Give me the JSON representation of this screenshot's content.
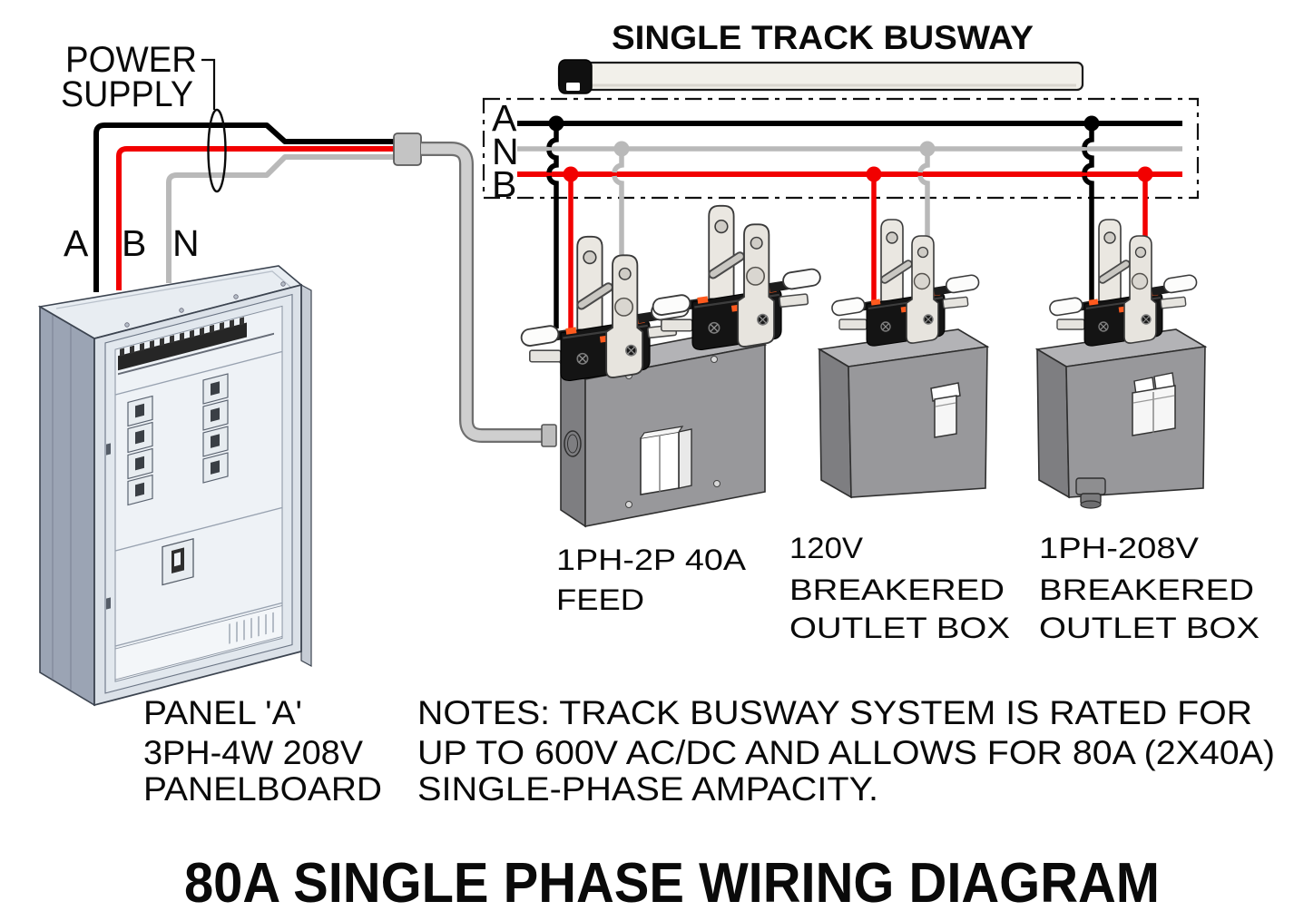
{
  "titles": {
    "main": "80A SINGLE PHASE WIRING DIAGRAM",
    "busway": "SINGLE TRACK BUSWAY"
  },
  "power_supply": {
    "line1": "POWER",
    "line2": "SUPPLY"
  },
  "feed_wires": {
    "a": "A",
    "b": "B",
    "n": "N"
  },
  "bus": {
    "a": "A",
    "n": "N",
    "b": "B"
  },
  "panel_label": {
    "line1": "PANEL 'A'",
    "line2": "3PH-4W 208V",
    "line3": "PANELBOARD"
  },
  "boxes": {
    "feed": {
      "line1": "1PH-2P 40A",
      "line2": "FEED"
    },
    "box120": {
      "line1": "120V",
      "line2": "BREAKERED",
      "line3": "OUTLET BOX"
    },
    "box208": {
      "line1": "1PH-208V",
      "line2": "BREAKERED",
      "line3": "OUTLET BOX"
    }
  },
  "notes": {
    "line1": "NOTES: TRACK BUSWAY SYSTEM IS RATED FOR",
    "line2": "UP TO 600V AC/DC AND ALLOWS FOR 80A (2X40A)",
    "line3": "SINGLE-PHASE AMPACITY."
  },
  "colors": {
    "phase_a": "#000000",
    "phase_b": "#f20000",
    "neutral": "#b9b9b9",
    "busway_fill": "#f2f0ea",
    "box_gray": "#98989b",
    "panel_side": "#9ba4b4",
    "connector_body": "#141414",
    "accent_orange": "#ff5a1e"
  }
}
